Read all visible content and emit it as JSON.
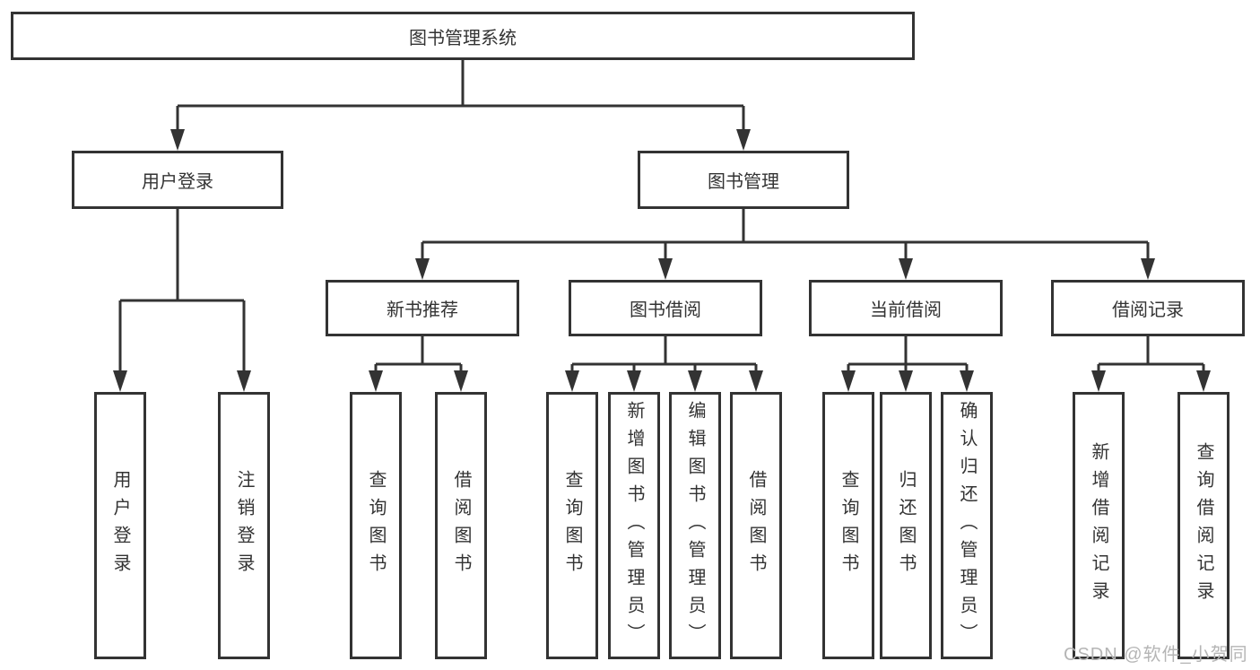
{
  "colors": {
    "line": "#333333",
    "text": "#333333",
    "box_fill": "#ffffff",
    "watermark": "#b5b5b5"
  },
  "tree": {
    "label": "图书管理系统",
    "children": [
      {
        "label": "用户登录",
        "children": [
          {
            "label": "用户登录"
          },
          {
            "label": "注销登录"
          }
        ]
      },
      {
        "label": "图书管理",
        "children": [
          {
            "label": "新书推荐",
            "children": [
              {
                "label": "查询图书"
              },
              {
                "label": "借阅图书"
              }
            ]
          },
          {
            "label": "图书借阅",
            "children": [
              {
                "label": "查询图书"
              },
              {
                "label": "新增图书（管理员）"
              },
              {
                "label": "编辑图书（管理员）"
              },
              {
                "label": "借阅图书"
              }
            ]
          },
          {
            "label": "当前借阅",
            "children": [
              {
                "label": "查询图书"
              },
              {
                "label": "归还图书"
              },
              {
                "label": "确认归还（管理员）"
              }
            ]
          },
          {
            "label": "借阅记录",
            "children": [
              {
                "label": "新增借阅记录"
              },
              {
                "label": "查询借阅记录"
              }
            ]
          }
        ]
      }
    ]
  },
  "watermark": "CSDN @软件_小贺同学"
}
